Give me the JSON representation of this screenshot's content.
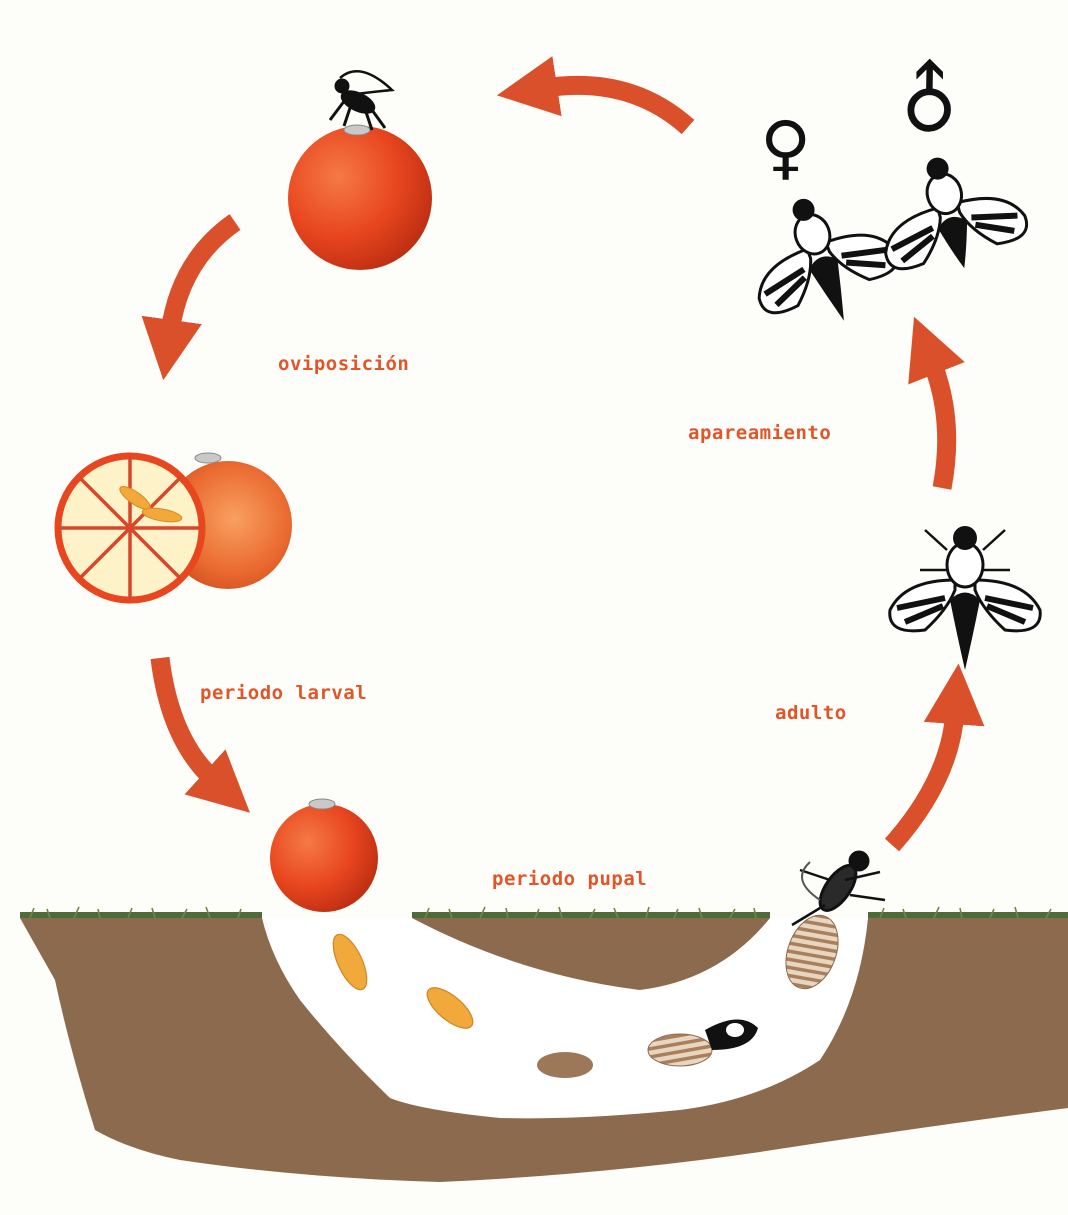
{
  "colors": {
    "accent": "#e0562a",
    "arrow": "#d9502a",
    "fruit": "#e8461f",
    "soil": "#8c6a4e",
    "grass": "#4f6b3a",
    "larva": "#f0a93a",
    "background": "#fdfdfa"
  },
  "labels": {
    "oviposition": "oviposición",
    "larval": "periodo larval",
    "pupal": "periodo pupal",
    "adult": "adulto",
    "mating": "apareamiento"
  },
  "symbols": {
    "female": "♀",
    "male": "♂"
  }
}
